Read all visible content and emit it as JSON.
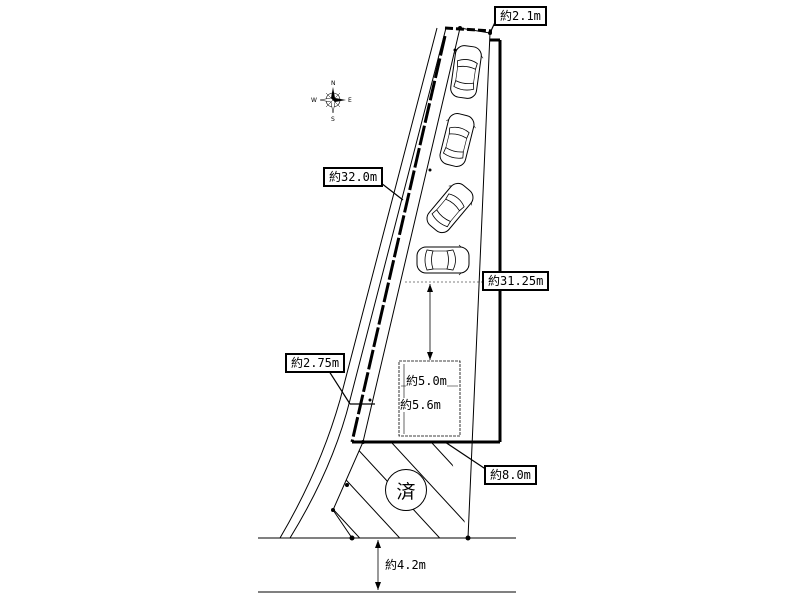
{
  "labels": {
    "front_width": "約2.1m",
    "left_length": "約32.0m",
    "right_length": "約31.25m",
    "access_width": "約2.75m",
    "area_width": "約5.0m",
    "area_depth": "約5.6m",
    "bottom_width": "約8.0m",
    "road_width": "約4.2m"
  },
  "stamp": "済",
  "compass": {
    "n": "N",
    "s": "S",
    "e": "E",
    "w": "W"
  },
  "colors": {
    "line": "#000000",
    "background": "#ffffff"
  }
}
